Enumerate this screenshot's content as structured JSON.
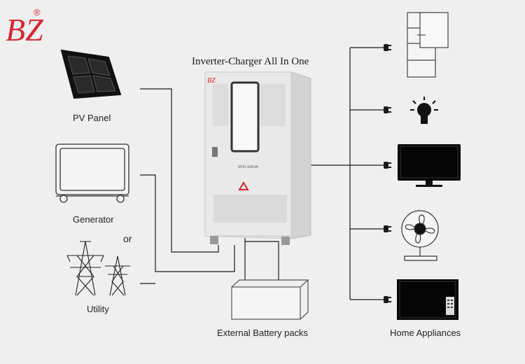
{
  "logo": {
    "text": "BZ",
    "mark": "®"
  },
  "title": "Inverter-Charger All In One",
  "inverter": {
    "model_label": "SPIC-60KVA"
  },
  "labels": {
    "pv_panel": "PV Panel",
    "generator": "Generator",
    "or": "or",
    "utility": "Utility",
    "battery": "External Battery packs",
    "appliances": "Home Appliances"
  },
  "colors": {
    "background": "#efefef",
    "line": "#1a1a1a",
    "cabinet": "#e6e6e6",
    "warning": "#d9262b",
    "logo": "#d9262b"
  },
  "appliances": [
    "refrigerator-icon",
    "light-bulb-icon",
    "monitor-icon",
    "fan-icon",
    "television-icon"
  ]
}
